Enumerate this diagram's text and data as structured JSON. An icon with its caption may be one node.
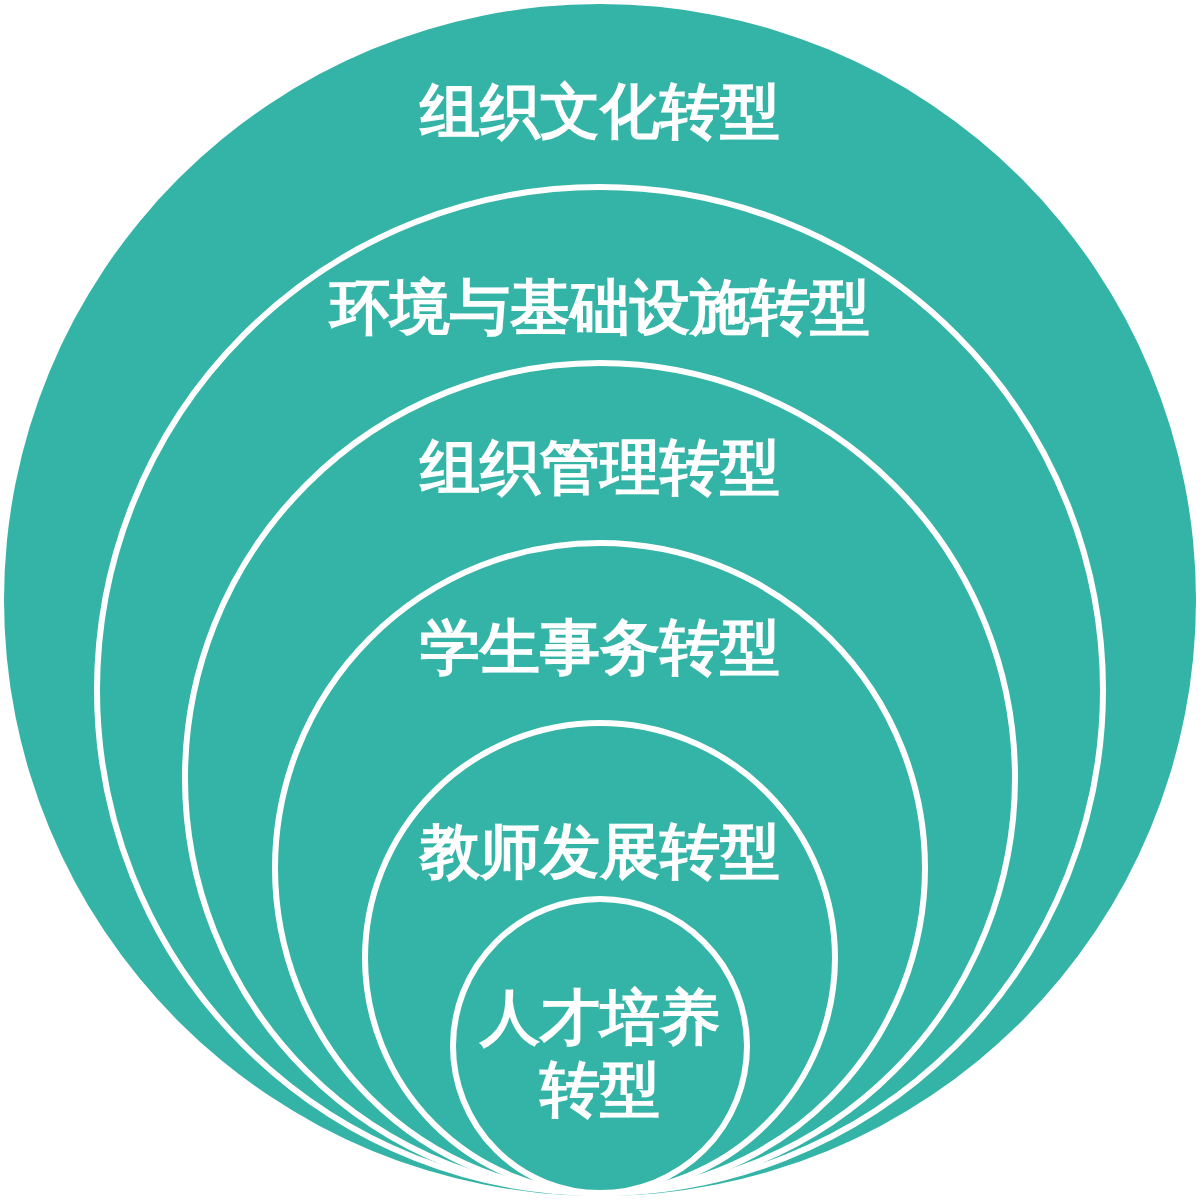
{
  "diagram": {
    "nodes": [
      {
        "text": [
          "组织文化转型"
        ]
      },
      {
        "text": [
          "环境与基础设施转型"
        ],
        "in": 0
      },
      {
        "text": [
          "组织管理转型"
        ],
        "in": 1
      },
      {
        "text": [
          "学生事务转型"
        ],
        "in": 2
      },
      {
        "text": [
          "教师发展转型"
        ],
        "in": 3
      },
      {
        "text": [
          "人才培养转型"
        ],
        "in": 4
      }
    ]
  }
}
